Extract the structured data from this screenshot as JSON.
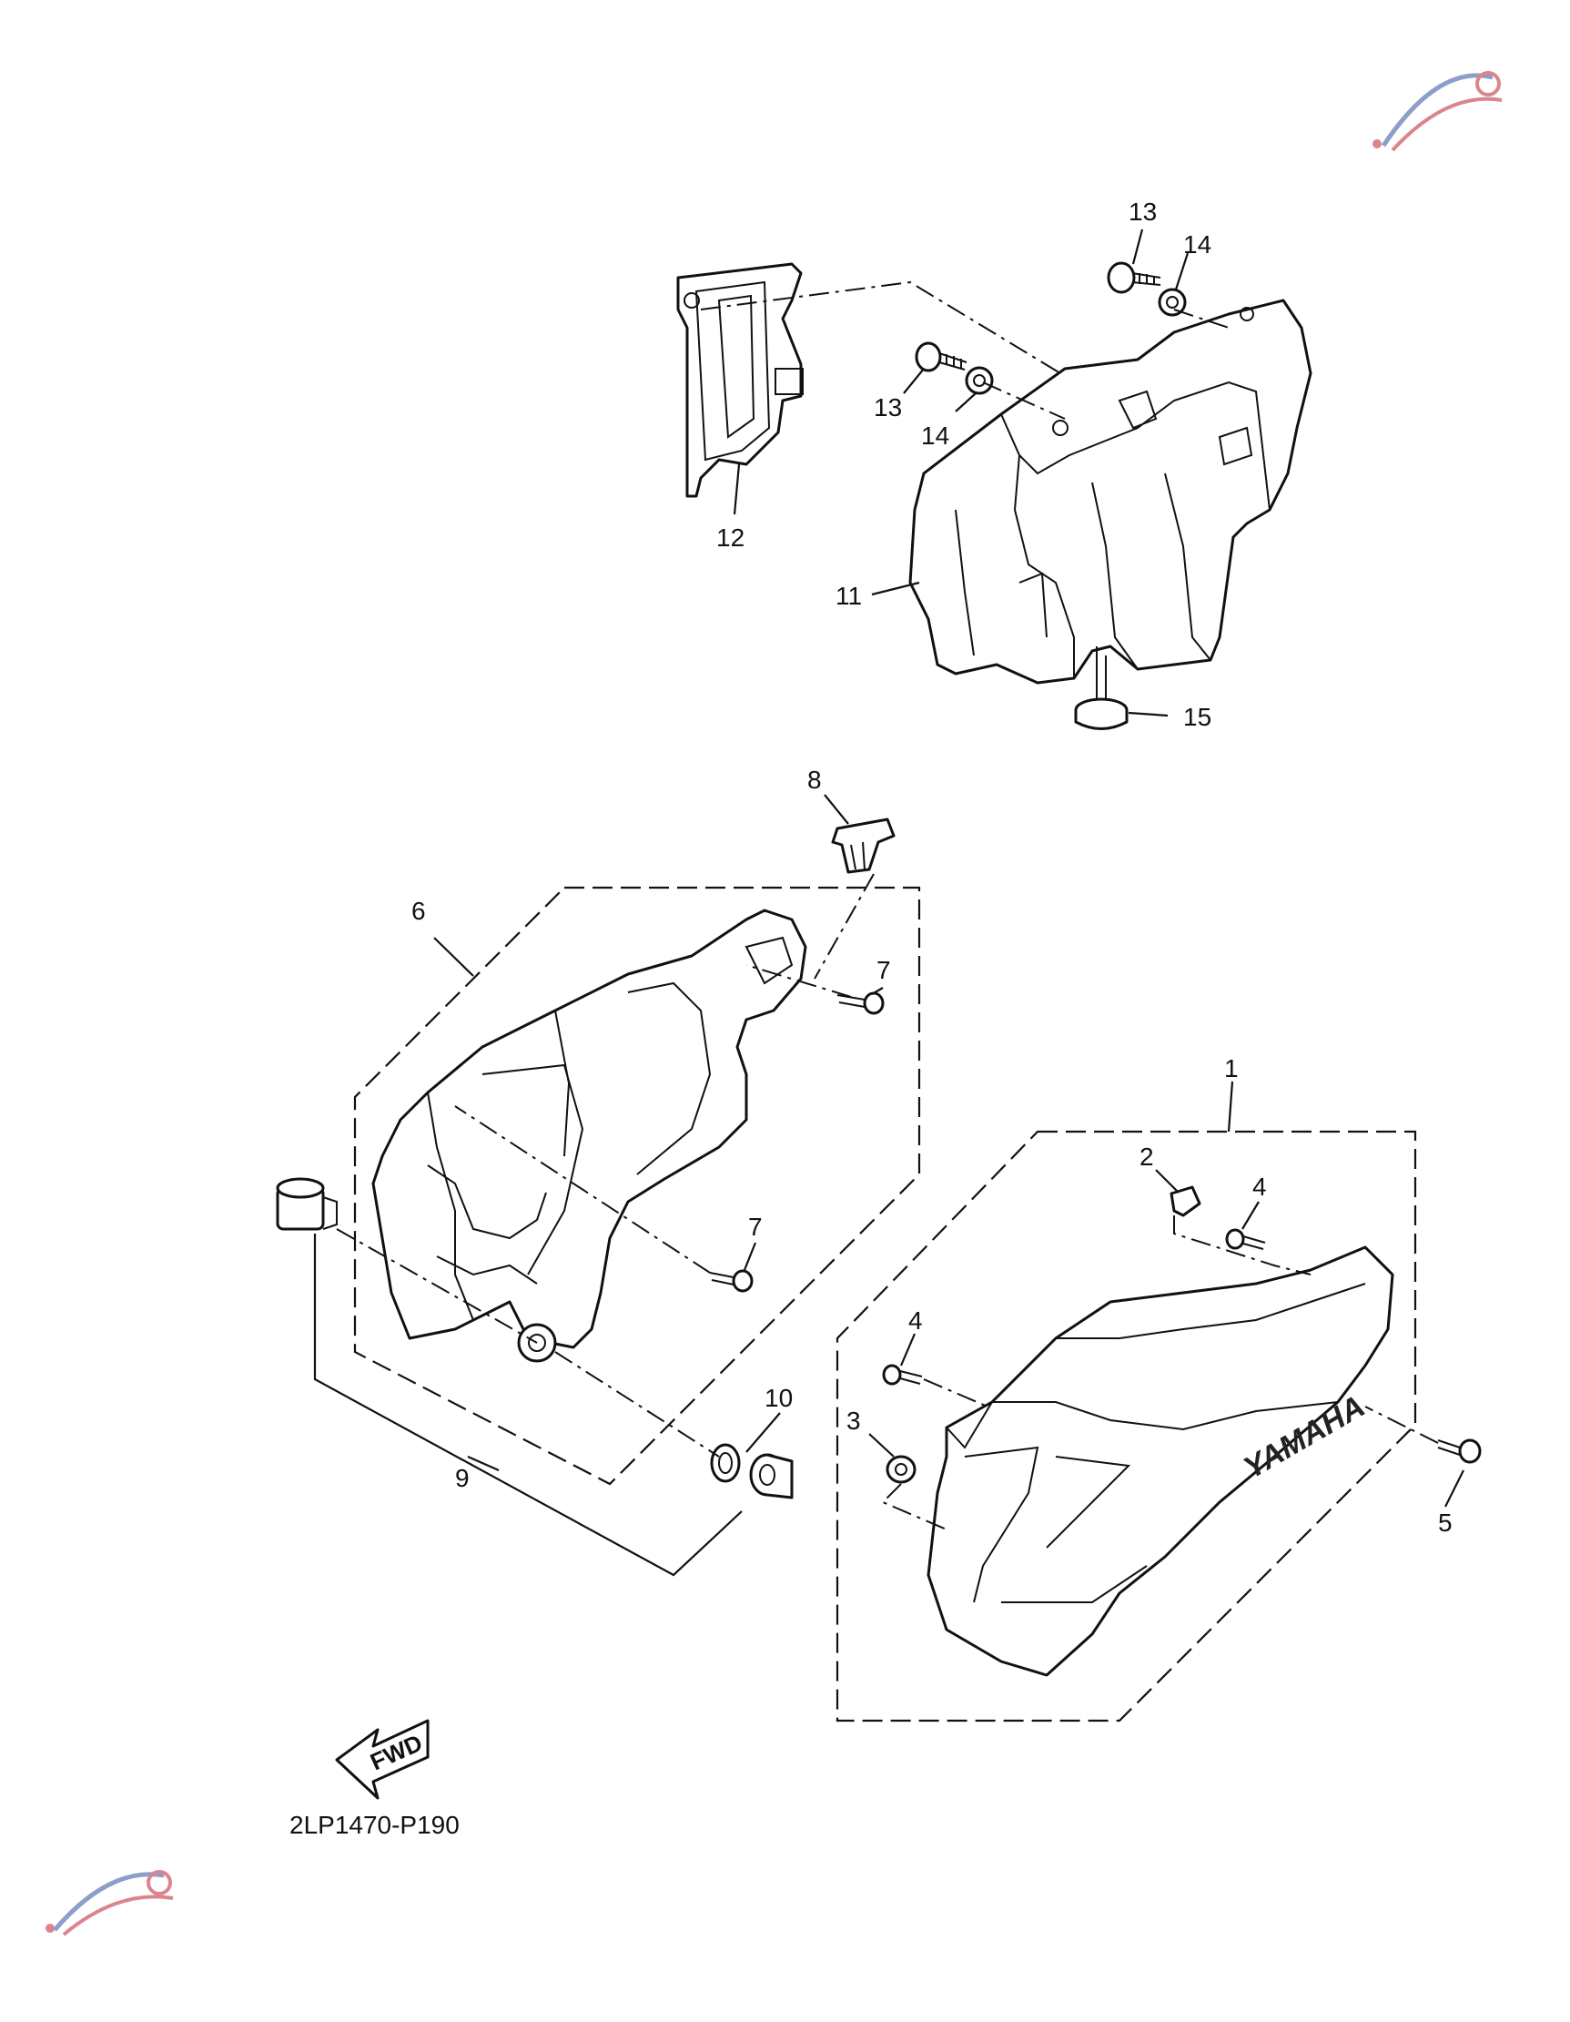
{
  "diagram": {
    "callouts": {
      "c1": "1",
      "c2": "2",
      "c3": "3",
      "c4a": "4",
      "c4b": "4",
      "c5": "5",
      "c6": "6",
      "c7a": "7",
      "c7b": "7",
      "c8": "8",
      "c9": "9",
      "c10": "10",
      "c11": "11",
      "c12": "12",
      "c13a": "13",
      "c13b": "13",
      "c14a": "14",
      "c14b": "14",
      "c15": "15"
    },
    "brand_text": "YAMAHA",
    "direction_label": "FWD",
    "diagram_code": "2LP1470-P190"
  }
}
